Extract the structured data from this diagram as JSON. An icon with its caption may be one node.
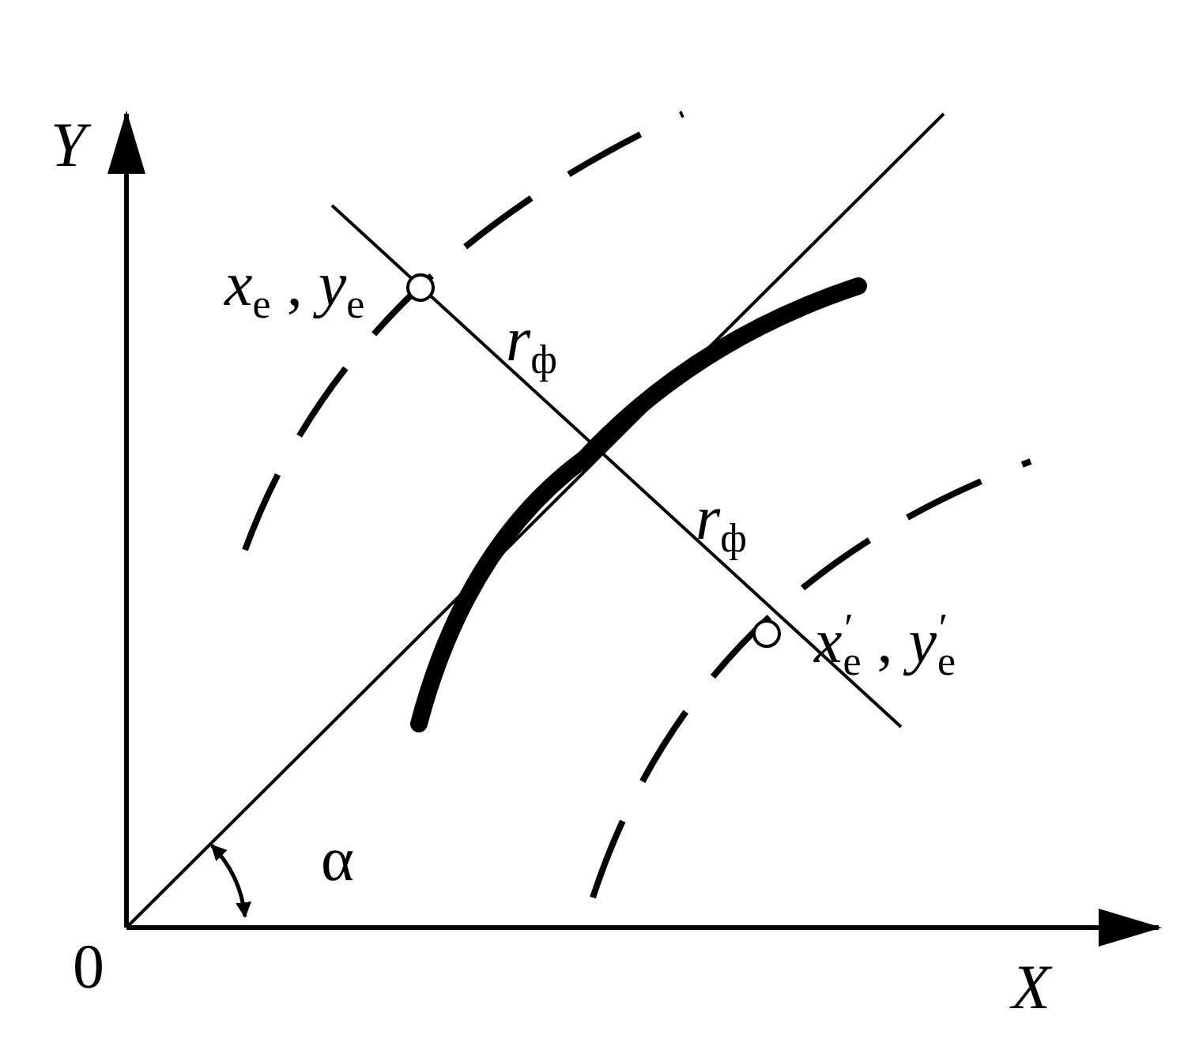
{
  "diagram": {
    "nodes": [
      {
        "text": [],
        "shape": "circle",
        "beside": [
          "*x*$_{e}$ , *y*$_{e}$"
        ]
      },
      {
        "text": [],
        "shape": "circle",
        "beside": [
          "*x*$^{′}$$_{e}$ , *y*$^{′}$$_{e}$"
        ]
      }
    ],
    "labels": [
      "Y",
      "*r*$_{ф}$",
      "*r*$_{ф}$",
      "α",
      "0",
      "X"
    ]
  }
}
